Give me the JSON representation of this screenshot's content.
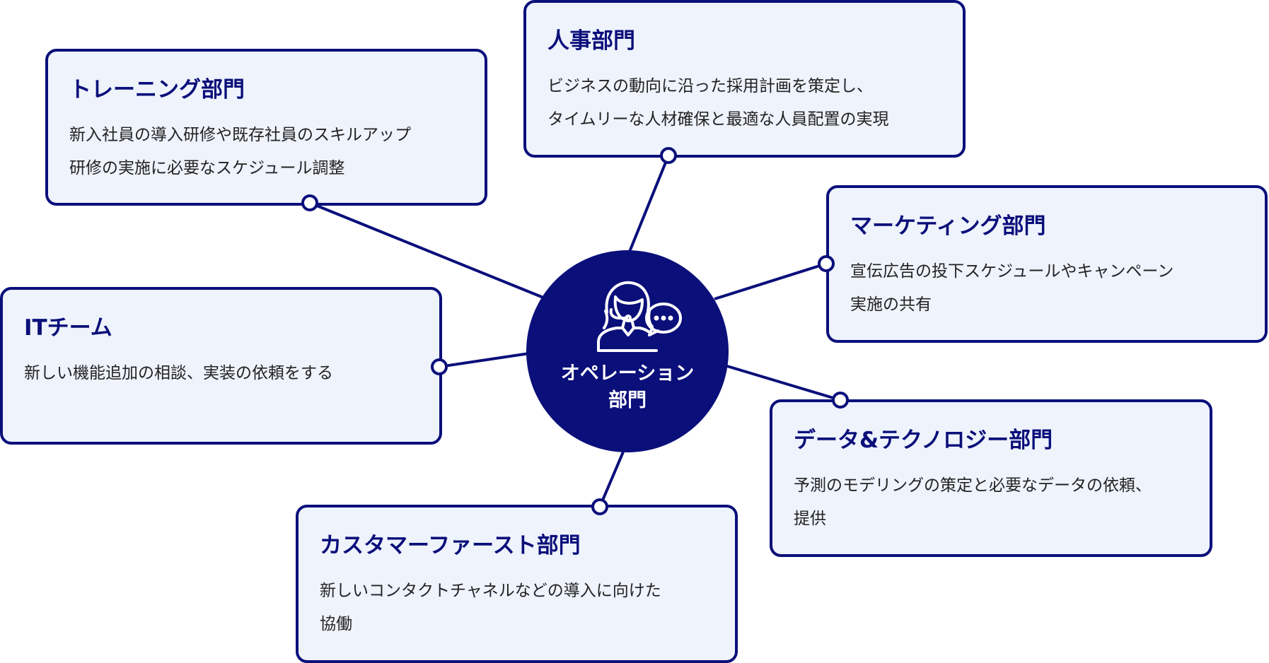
{
  "colors": {
    "primary": "#0b0f7a",
    "card_background": "#eef3fc",
    "text": "#222222",
    "canvas": "#ffffff"
  },
  "hub": {
    "icon": "support-agent-with-chat-bubble-icon",
    "label_lines": [
      "オペレーション",
      "部門"
    ]
  },
  "departments": [
    {
      "id": "training",
      "title": "トレーニング部門",
      "desc_lines": [
        "新入社員の導入研修や既存社員のスキルアップ",
        "研修の実施に必要なスケジュール調整"
      ]
    },
    {
      "id": "hr",
      "title": "人事部門",
      "desc_lines": [
        "ビジネスの動向に沿った採用計画を策定し、",
        "タイムリーな人材確保と最適な人員配置の実現"
      ]
    },
    {
      "id": "marketing",
      "title": "マーケティング部門",
      "desc_lines": [
        "宣伝広告の投下スケジュールやキャンペーン",
        "実施の共有"
      ]
    },
    {
      "id": "it",
      "title": "ITチーム",
      "desc_lines": [
        "新しい機能追加の相談、実装の依頼をする"
      ]
    },
    {
      "id": "data-tech",
      "title": "データ&テクノロジー部門",
      "desc_lines": [
        "予測のモデリングの策定と必要なデータの依頼、",
        "提供"
      ]
    },
    {
      "id": "customer-first",
      "title": "カスタマーファースト部門",
      "desc_lines": [
        "新しいコンタクトチャネルなどの導入に向けた",
        "協働"
      ]
    }
  ]
}
